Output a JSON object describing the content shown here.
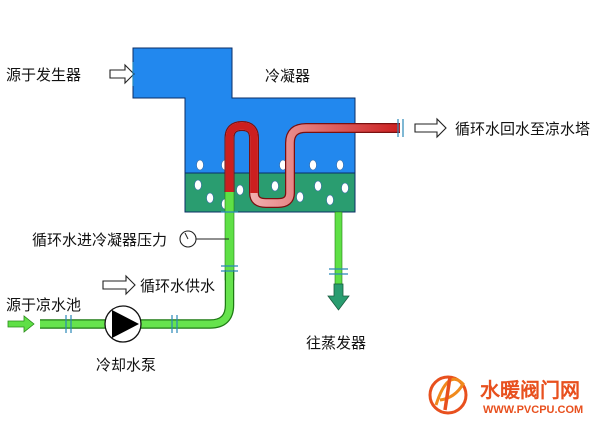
{
  "labels": {
    "from_generator": "源于发生器",
    "condenser": "冷凝器",
    "return_to_tower": "循环水回水至凉水塔",
    "inlet_pressure": "循环水进冷凝器压力",
    "supply": "循环水供水",
    "from_pool": "源于凉水池",
    "to_evaporator": "往蒸发器",
    "pump": "冷却水泵"
  },
  "watermark": {
    "name": "水暖阀门网",
    "url": "WWW.PVCPU.COM"
  },
  "colors": {
    "vapor": "#2288ee",
    "liquid": "#2a9d70",
    "supply_pipe": "#55dd33",
    "return_pipe": "#cc2222",
    "brand": "#e8501e"
  },
  "icons": [
    "pressure-gauge-icon",
    "pump-icon",
    "arrow-icon",
    "logo-icon"
  ]
}
